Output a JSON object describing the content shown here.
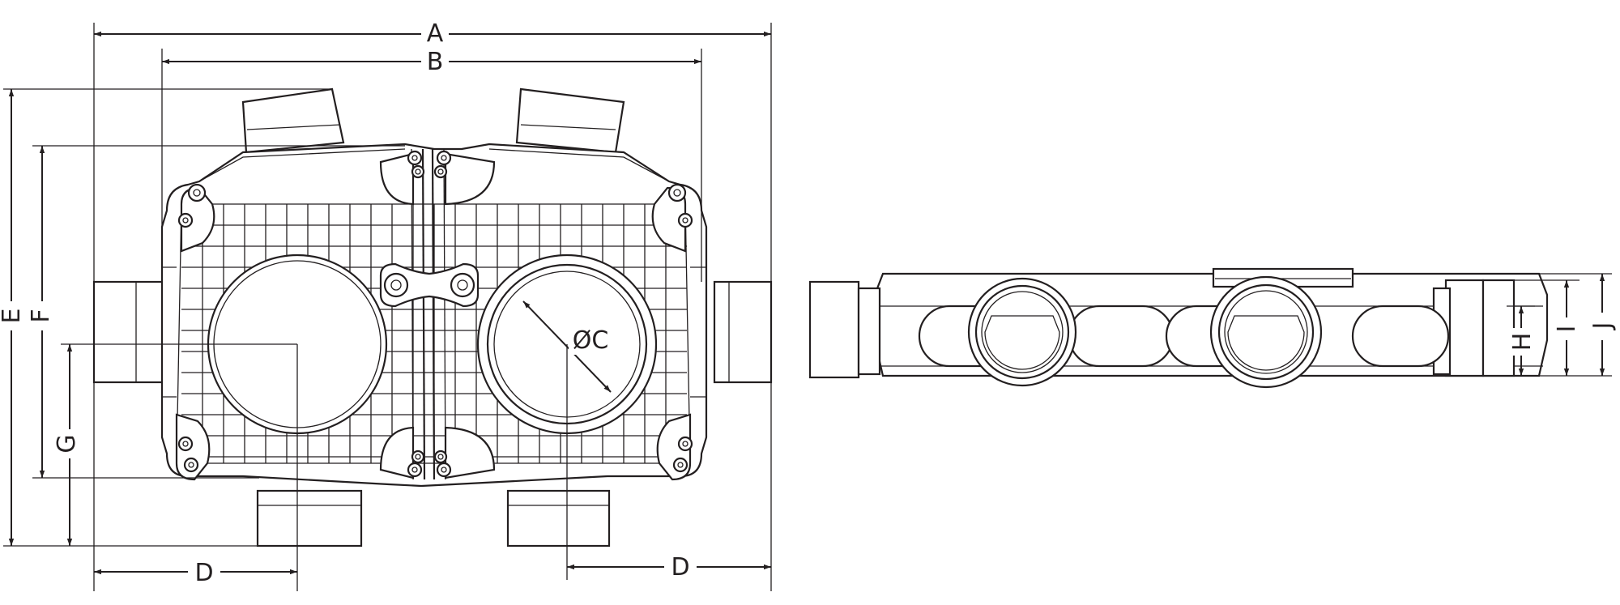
{
  "labels": {
    "A": "A",
    "B": "B",
    "C": "ØC",
    "D1": "D",
    "D2": "D",
    "E": "E",
    "F": "F",
    "G": "G",
    "H": "H",
    "I": "I",
    "J": "J"
  }
}
